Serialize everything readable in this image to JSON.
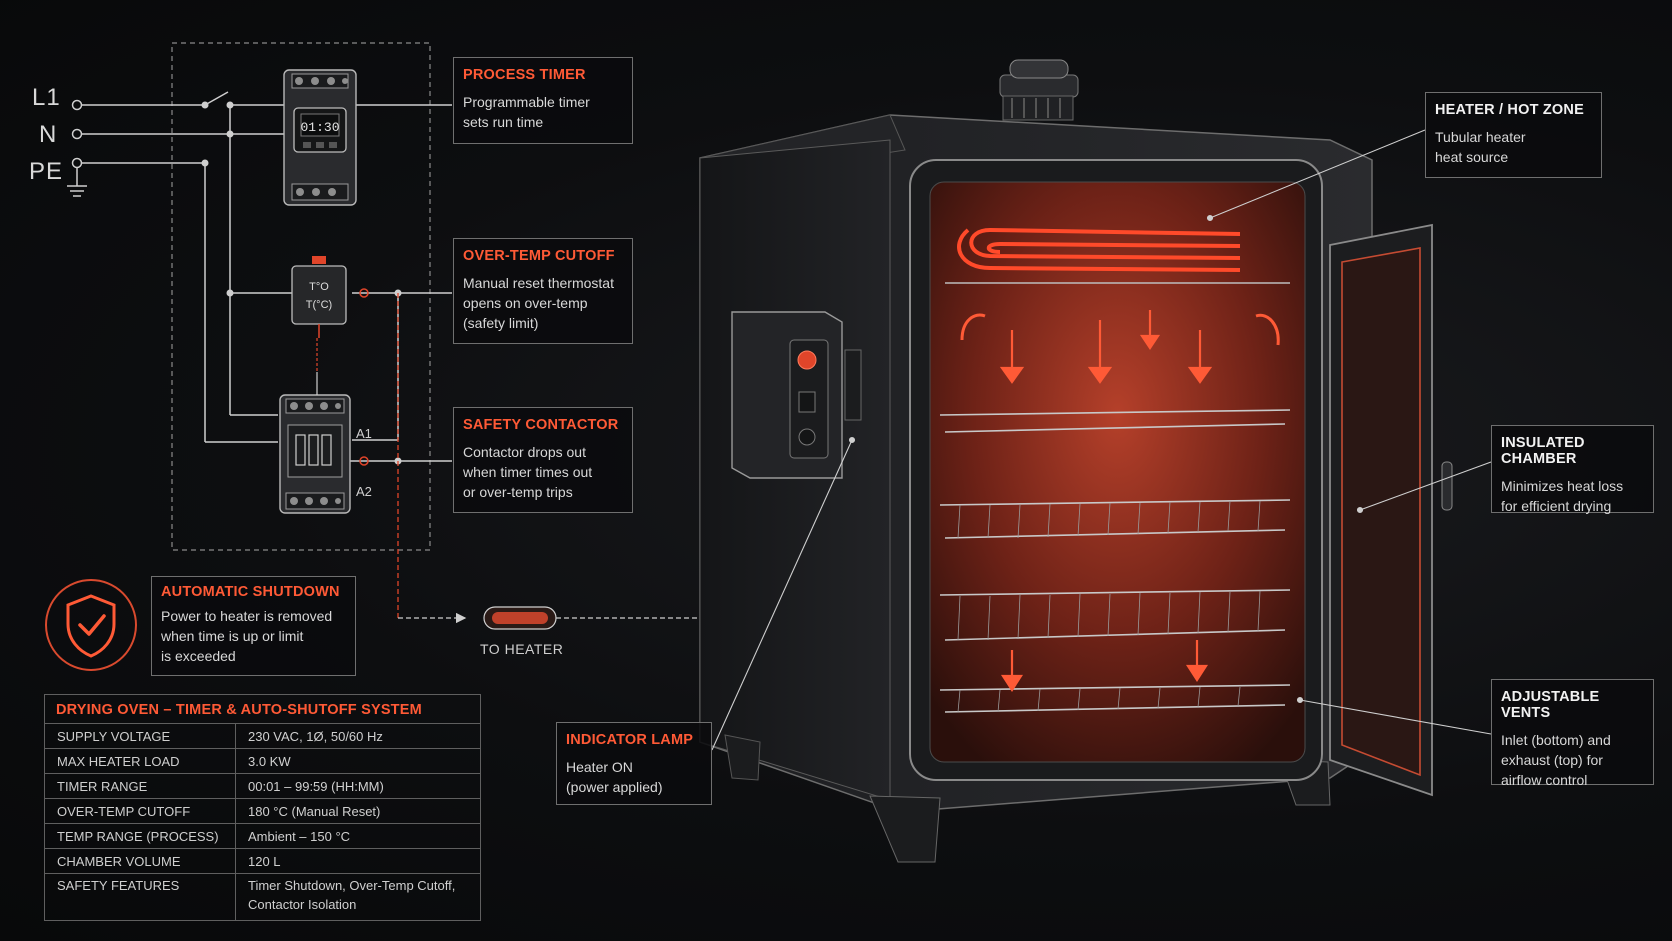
{
  "lines": {
    "l1": "L1",
    "n": "N",
    "pe": "PE"
  },
  "timer_display": "01:30",
  "thermostat_text": {
    "line1": "T°O",
    "line2": "T(°C)"
  },
  "contactor_labels": {
    "a1": "A1",
    "a2": "A2"
  },
  "callouts": {
    "process_timer": {
      "title": "PROCESS TIMER",
      "desc": "Programmable timer\nsets run time"
    },
    "over_temp": {
      "title": "OVER-TEMP CUTOFF",
      "desc": "Manual reset thermostat\nopens on over-temp\n(safety limit)"
    },
    "safety_contactor": {
      "title": "SAFETY CONTACTOR",
      "desc": "Contactor drops out\nwhen timer times out\nor over-temp trips"
    },
    "auto_shutdown": {
      "title": "AUTOMATIC SHUTDOWN",
      "desc": "Power to heater is removed\nwhen time is up or limit\nis exceeded"
    },
    "heater": {
      "title": "HEATER / HOT ZONE",
      "desc": "Tubular heater\nheat source"
    },
    "insulated": {
      "title": "INSULATED CHAMBER",
      "desc": "Minimizes heat loss\nfor efficient drying"
    },
    "vents": {
      "title": "ADJUSTABLE VENTS",
      "desc": "Inlet (bottom) and\nexhaust (top) for\nairflow control"
    },
    "lamp": {
      "title": "INDICATOR LAMP",
      "desc": "Heater ON\n(power applied)"
    }
  },
  "to_heater": "TO HEATER",
  "spec_table": {
    "title": "DRYING OVEN – TIMER & AUTO-SHUTOFF SYSTEM",
    "rows": [
      {
        "k": "SUPPLY VOLTAGE",
        "v": "230 VAC, 1Ø, 50/60 Hz"
      },
      {
        "k": "MAX HEATER LOAD",
        "v": "3.0 KW"
      },
      {
        "k": "TIMER RANGE",
        "v": "00:01 – 99:59 (HH:MM)"
      },
      {
        "k": "OVER-TEMP CUTOFF",
        "v": "180 °C (Manual Reset)"
      },
      {
        "k": "TEMP RANGE (PROCESS)",
        "v": "Ambient – 150 °C"
      },
      {
        "k": "CHAMBER VOLUME",
        "v": "120 L"
      },
      {
        "k": "SAFETY FEATURES",
        "v": "Timer Shutdown, Over-Temp Cutoff,\nContactor Isolation"
      }
    ]
  },
  "colors": {
    "accent": "#ff5a36",
    "heat": "#ff3b1f",
    "line": "#cfcfcf",
    "bg": "#0b0c0e"
  },
  "icons": [
    "shield-check-icon",
    "arrow-down-icon"
  ]
}
